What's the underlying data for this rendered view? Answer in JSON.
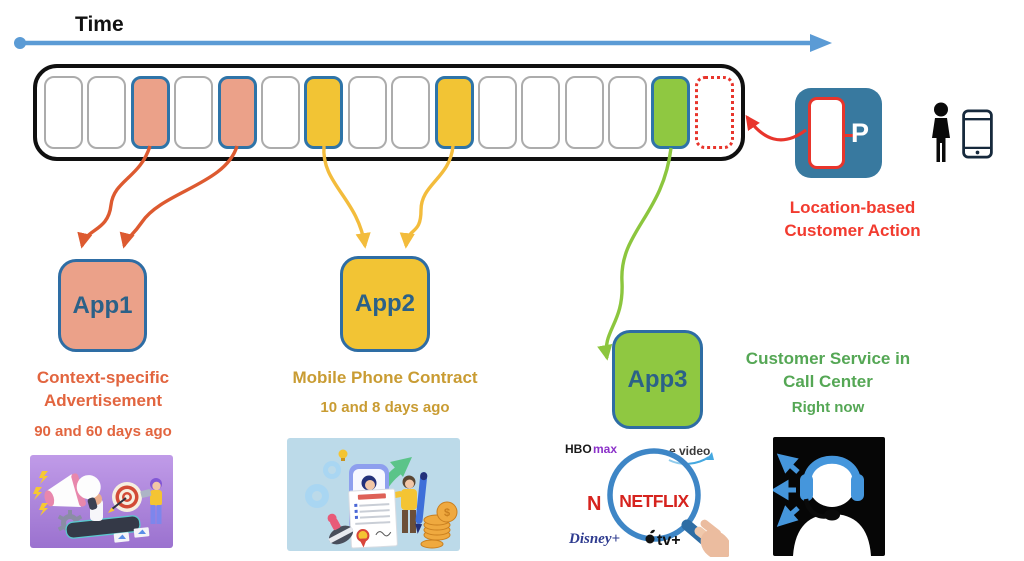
{
  "timeline": {
    "title": "Time",
    "slots": [
      "empty",
      "empty",
      "app1",
      "empty",
      "app1",
      "empty",
      "app2",
      "empty",
      "empty",
      "app2",
      "empty",
      "empty",
      "empty",
      "empty",
      "app3",
      "current"
    ]
  },
  "apps": [
    {
      "label": "App1",
      "caption": "Context-specific Advertisement",
      "note": "90 and 60 days ago",
      "color": "#EBA189",
      "text_color": "#E2653F"
    },
    {
      "label": "App2",
      "caption": "Mobile Phone Contract",
      "note": "10 and 8 days ago",
      "color": "#F2C434",
      "text_color": "#C99C33"
    },
    {
      "label": "App3",
      "caption": "Customer Service in Call Center",
      "note": "Right now",
      "color": "#8FC841",
      "text_color": "#55A755"
    }
  ],
  "current_event": {
    "label": "P",
    "caption": "Location-based Customer Action",
    "box_color": "#38799F",
    "accent_color": "#E8352C"
  },
  "streaming_logos": {
    "hbo": "HBO",
    "hbo_max": "max",
    "prime_video": "e video",
    "netflix_partial": "N",
    "netflix": "NETFLIX",
    "disney_plus": "Disney+",
    "apple_tv": "tv+"
  },
  "colors": {
    "axis_blue": "#5B9BD5",
    "slot_border_blue": "#2E74A8",
    "arrow_orange": "#DD5A30",
    "arrow_yellow": "#F3BC3C",
    "arrow_green": "#8CC63E",
    "arrow_red": "#E8352C",
    "bar_border": "#101010"
  }
}
